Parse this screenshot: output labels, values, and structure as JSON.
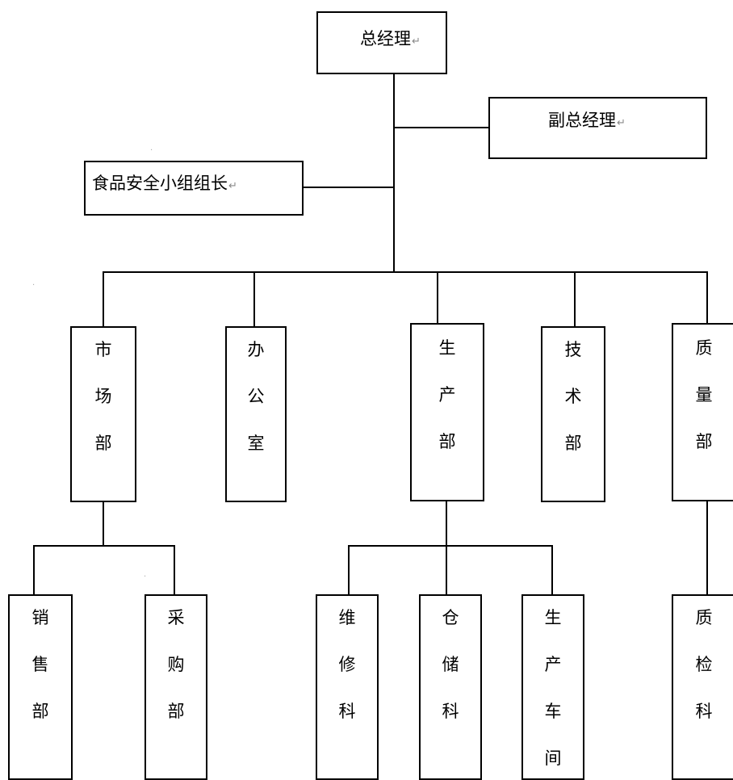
{
  "diagram": {
    "top": "总经理",
    "deputy": "副总经理",
    "food_safety": "食品安全小组组长",
    "departments": [
      {
        "id": "market",
        "chars": [
          "市",
          "场",
          "部"
        ]
      },
      {
        "id": "office",
        "chars": [
          "办",
          "公",
          "室"
        ]
      },
      {
        "id": "production",
        "chars": [
          "生",
          "产",
          "部"
        ]
      },
      {
        "id": "tech",
        "chars": [
          "技",
          "术",
          "部"
        ]
      },
      {
        "id": "quality",
        "chars": [
          "质",
          "量",
          "部"
        ]
      }
    ],
    "sub_units": [
      {
        "id": "sales",
        "chars": [
          "销",
          "售",
          "部"
        ]
      },
      {
        "id": "purchase",
        "chars": [
          "采",
          "购",
          "部"
        ]
      },
      {
        "id": "maintenance",
        "chars": [
          "维",
          "修",
          "科"
        ]
      },
      {
        "id": "storage",
        "chars": [
          "仓",
          "储",
          "科"
        ]
      },
      {
        "id": "workshop",
        "chars": [
          "生",
          "产",
          "车",
          "间"
        ]
      },
      {
        "id": "inspection",
        "chars": [
          "质",
          "检",
          "科"
        ]
      }
    ],
    "return_mark": "↵"
  }
}
